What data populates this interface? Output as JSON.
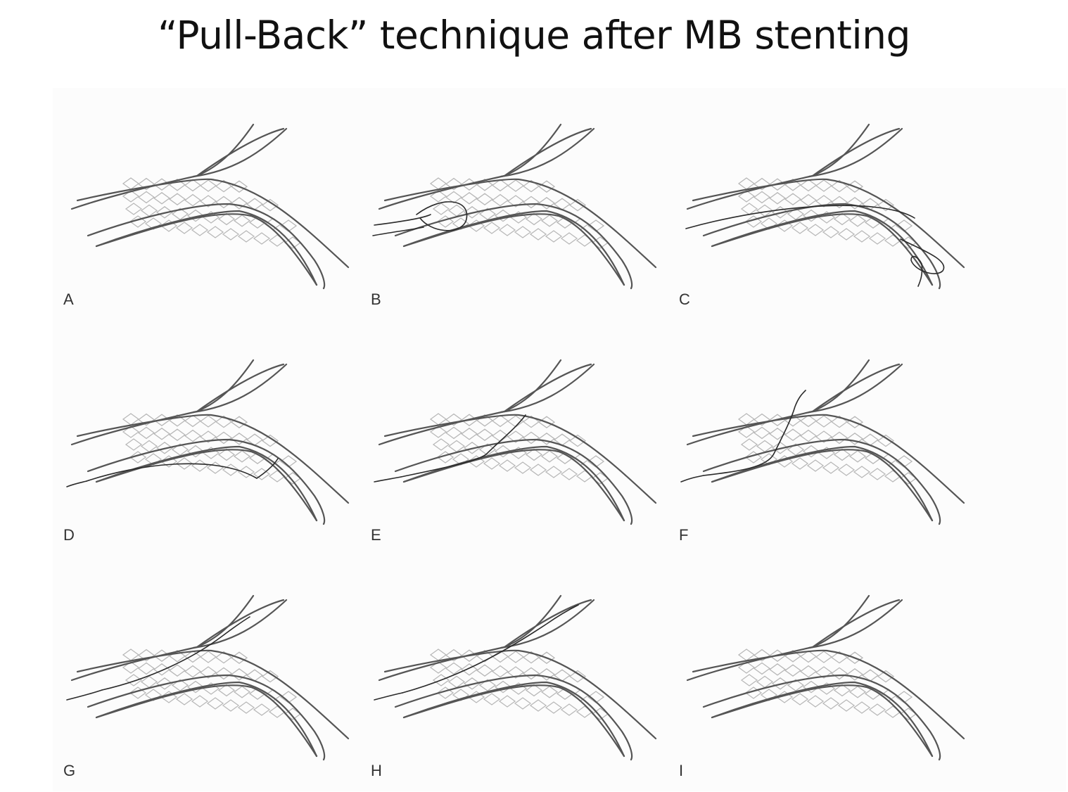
{
  "title": "“Pull-Back” technique after MB stenting",
  "panels": [
    {
      "label": "A",
      "wires": []
    },
    {
      "label": "B",
      "wires": [
        "loop-proximal"
      ]
    },
    {
      "label": "C",
      "wires": [
        "loop-distal"
      ]
    },
    {
      "label": "D",
      "wires": [
        "pull-distal"
      ]
    },
    {
      "label": "E",
      "wires": [
        "enter-mid"
      ]
    },
    {
      "label": "F",
      "wires": [
        "enter-sb"
      ]
    },
    {
      "label": "G",
      "wires": [
        "in-sb"
      ]
    },
    {
      "label": "H",
      "wires": [
        "in-sb-h"
      ]
    },
    {
      "label": "I",
      "wires": []
    }
  ],
  "colors": {
    "vessel": "#555555",
    "stent": "#b8b8b8",
    "wire": "#2a2a2a"
  }
}
